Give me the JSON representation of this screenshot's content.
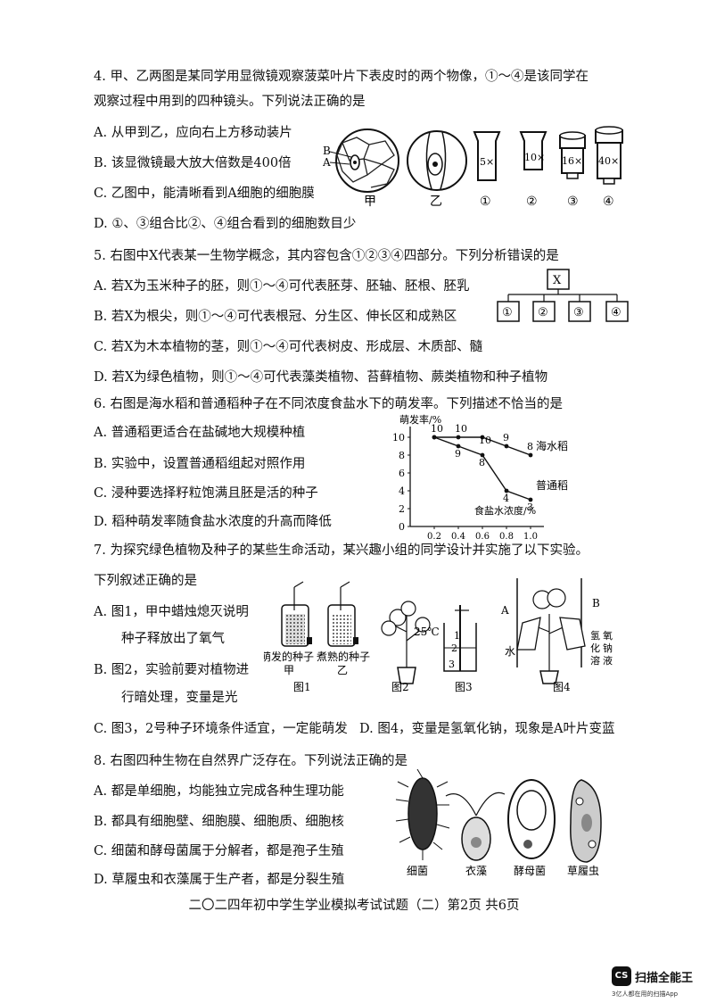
{
  "q4": {
    "stem1": "4. 甲、乙两图是某同学用显微镜观察菠菜叶片下表皮时的两个物像，①～④是该同学在",
    "stem2": "观察过程中用到的四种镜头。下列说法正确的是",
    "a": "A. 从甲到乙，应向右上方移动装片",
    "b": "B. 该显微镜最大放大倍数是400倍",
    "c": "C. 乙图中，能清晰看到A细胞的细胞膜",
    "d": "D. ①、③组合比②、④组合看到的细胞数目少",
    "fig": {
      "label_b": "B",
      "label_a": "A",
      "cap_jia": "甲",
      "cap_yi": "乙",
      "lens1": "5×",
      "lens2": "10×",
      "lens3": "16×",
      "lens4": "40×",
      "n1": "①",
      "n2": "②",
      "n3": "③",
      "n4": "④"
    }
  },
  "q5": {
    "stem": "5. 右图中X代表某一生物学概念，其内容包含①②③④四部分。下列分析错误的是",
    "a": "A. 若X为玉米种子的胚，则①～④可代表胚芽、胚轴、胚根、胚乳",
    "b": "B. 若X为根尖，则①～④可代表根冠、分生区、伸长区和成熟区",
    "c": "C. 若X为木本植物的茎，则①～④可代表树皮、形成层、木质部、髓",
    "d": "D. 若X为绿色植物，则①～④可代表藻类植物、苔藓植物、蕨类植物和种子植物",
    "fig": {
      "x": "X",
      "b1": "①",
      "b2": "②",
      "b3": "③",
      "b4": "④"
    }
  },
  "q6": {
    "stem": "6. 右图是海水稻和普通稻种子在不同浓度食盐水下的萌发率。下列描述不恰当的是",
    "a": "A. 普通稻更适合在盐碱地大规模种植",
    "b": "B. 实验中，设置普通稻组起对照作用",
    "c": "C. 浸种要选择籽粒饱满且胚是活的种子",
    "d": "D. 稻种萌发率随食盐水浓度的升高而降低"
  },
  "chart_data": {
    "type": "line",
    "ylabel": "萌发率/%",
    "xlabel": "食盐水浓度/%",
    "x": [
      0.2,
      0.4,
      0.6,
      0.8,
      1.0
    ],
    "x_ticks": [
      "0.2",
      "0.4",
      "0.6",
      "0.8",
      "1.0"
    ],
    "y_ticks": [
      "0",
      "2",
      "4",
      "6",
      "8",
      "10"
    ],
    "ylim": [
      0,
      10
    ],
    "xlim": [
      0,
      1.0
    ],
    "series": [
      {
        "name": "海水稻",
        "values": [
          10,
          10,
          10,
          9,
          8
        ],
        "labels": [
          "10",
          "10",
          "",
          "9",
          "8"
        ]
      },
      {
        "name": "普通稻",
        "values": [
          10,
          9,
          8,
          4,
          3
        ],
        "labels": [
          "",
          "9",
          "8",
          "4",
          "3"
        ]
      }
    ],
    "extra_labels": [
      {
        "text": "10",
        "x": 0.6,
        "y": 9.1
      }
    ]
  },
  "q7": {
    "stem1": "7. 为探究绿色植物及种子的某些生命活动，某兴趣小组的同学设计并实施了以下实验。",
    "stem2": "下列叙述正确的是",
    "a1": "A. 图1，甲中蜡烛熄灭说明",
    "a2": "种子释放出了氧气",
    "b1": "B. 图2，实验前要对植物进",
    "b2": "行暗处理，变量是光",
    "c": "C. 图3，2号种子环境条件适宜，一定能萌发",
    "d": "D. 图4，变量是氢氧化钠，现象是A叶片变蓝",
    "fig": {
      "seed1": "萌发的种子",
      "seed2": "煮熟的种子",
      "jia": "甲",
      "yi": "乙",
      "temp": "25℃",
      "n1": "1",
      "n2": "2",
      "n3": "3",
      "la": "A",
      "lb": "B",
      "water": "水",
      "naoh1": "氢",
      "naoh2": "氧",
      "naoh3": "化",
      "naoh4": "钠",
      "naoh5": "溶",
      "naoh6": "液",
      "cap1": "图1",
      "cap2": "图2",
      "cap3": "图3",
      "cap4": "图4"
    }
  },
  "q8": {
    "stem": "8. 右图四种生物在自然界广泛存在。下列说法正确的是",
    "a": "A. 都是单细胞，均能独立完成各种生理功能",
    "b": "B. 都具有细胞壁、细胞膜、细胞质、细胞核",
    "c": "C. 细菌和酵母菌属于分解者，都是孢子生殖",
    "d": "D. 草履虫和衣藻属于生产者，都是分裂生殖",
    "fig": {
      "c1": "细菌",
      "c2": "衣藻",
      "c3": "酵母菌",
      "c4": "草履虫"
    }
  },
  "footer": "二〇二四年初中学生学业模拟考试试题（二）第2页 共6页",
  "brand": {
    "logo": "CS",
    "name": "扫描全能王",
    "slogan": "3亿人都在用的扫描App"
  }
}
